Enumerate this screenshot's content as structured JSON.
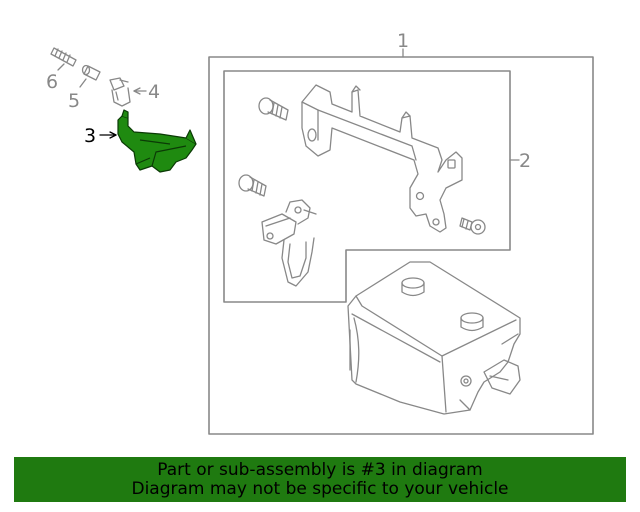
{
  "diagram": {
    "callouts": {
      "c1": "1",
      "c2": "2",
      "c3": "3",
      "c4": "4",
      "c5": "5",
      "c6": "6"
    },
    "highlight_part": "3",
    "colors": {
      "line": "#888888",
      "highlight_fill": "#1f8a10",
      "highlight_stroke": "#0b3a06"
    }
  },
  "banner": {
    "line1": "Part or sub-assembly is #3 in diagram",
    "line2": "Diagram may not be specific to your vehicle",
    "background": "#1f7a10"
  }
}
